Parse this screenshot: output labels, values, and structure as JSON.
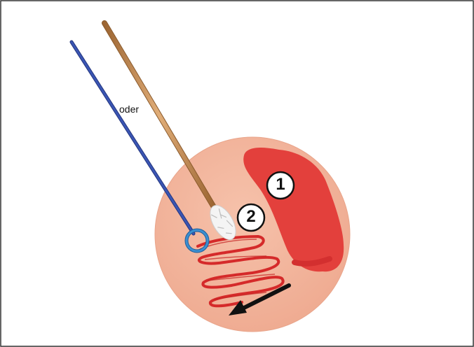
{
  "diagram": {
    "oder_label": "oder",
    "step1_label": "1",
    "step2_label": "2"
  },
  "colors": {
    "plate": "#f3b59c",
    "plate_edge": "#ecac94",
    "inoculum": "#e3403c",
    "streak": "#d52a2a",
    "loop_wire": "#3a55b3",
    "loop_ring": "#3b8fd0",
    "swab_stick": "#c98d57",
    "swab_tip": "#f4f4f4",
    "arrow": "#111111"
  },
  "icons": {
    "loop": "inoculation-loop-icon",
    "swab": "cotton-swab-icon",
    "arrow": "direction-arrow-icon"
  }
}
